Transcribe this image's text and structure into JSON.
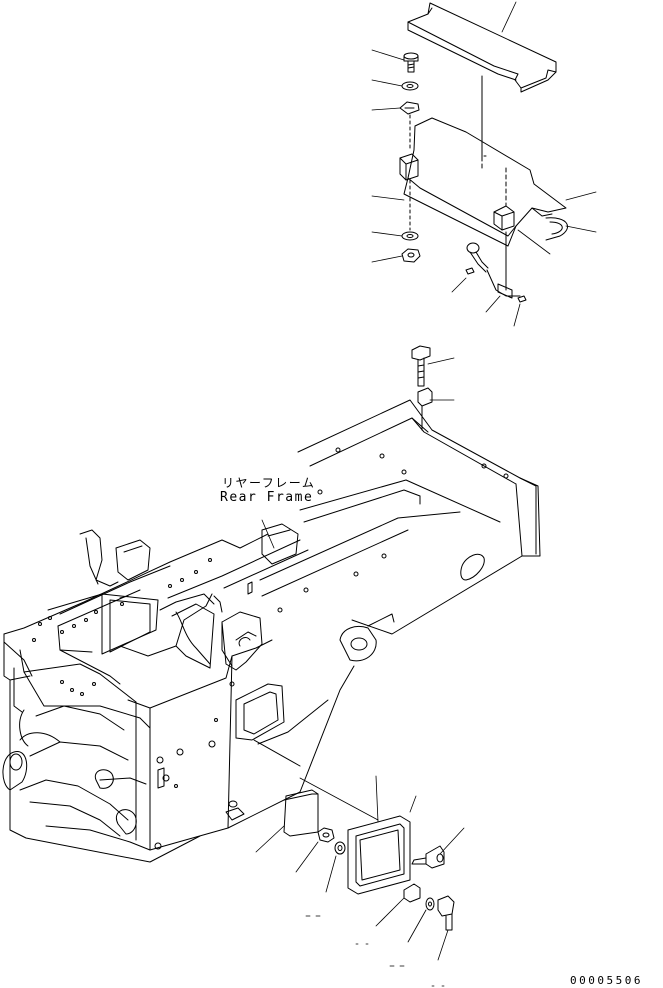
{
  "labels": {
    "japanese": "リヤーフレーム",
    "english": "Rear Frame"
  },
  "drawing_number": "00005506",
  "colors": {
    "ink": "#000000",
    "paper": "#ffffff"
  }
}
